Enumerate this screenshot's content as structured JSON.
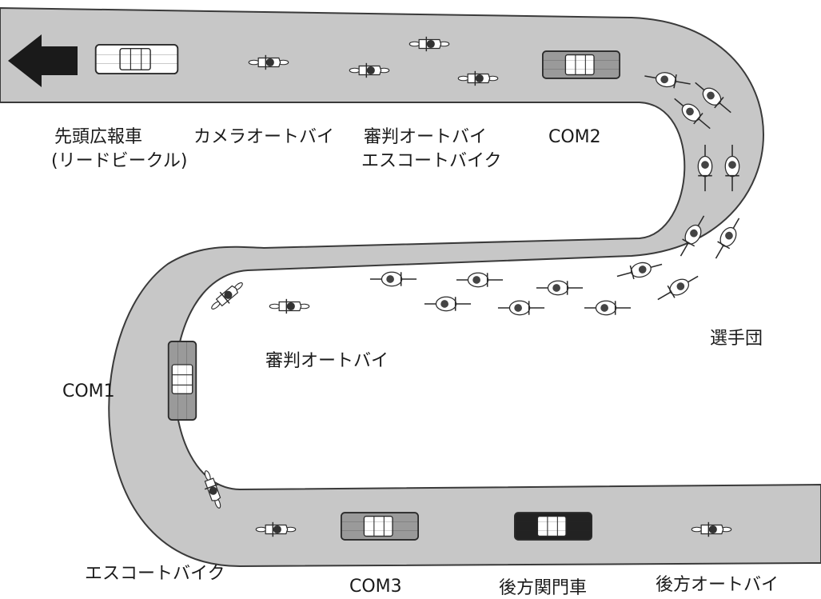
{
  "colors": {
    "road_fill": "#c7c7c7",
    "road_edge": "#3a3a3a",
    "arrow": "#1a1a1a",
    "lead_car_fill": "#ffffff",
    "com_car_fill": "#9a9a9a",
    "rear_car_fill": "#222222",
    "rider_fill": "#ffffff",
    "rider_helmet": "#333333"
  },
  "labels": {
    "lead_car_line1": "先頭広報車",
    "lead_car_line2": "(リードビークル)",
    "camera_bike": "カメラオートバイ",
    "referee_bike_top": "審判オートバイ",
    "escort_bike_top": "エスコートバイク",
    "com2": "COM2",
    "peloton": "選手団",
    "referee_bike_mid": "審判オートバイ",
    "com1": "COM1",
    "escort_bike_bottom": "エスコートバイク",
    "com3": "COM3",
    "rear_closing_car": "後方関門車",
    "rear_bike": "後方オートバイ"
  },
  "icons": {
    "direction": "left-arrow-icon",
    "car": "car-icon",
    "motorbike": "motorbike-icon",
    "bicycle": "bicycle-icon"
  }
}
